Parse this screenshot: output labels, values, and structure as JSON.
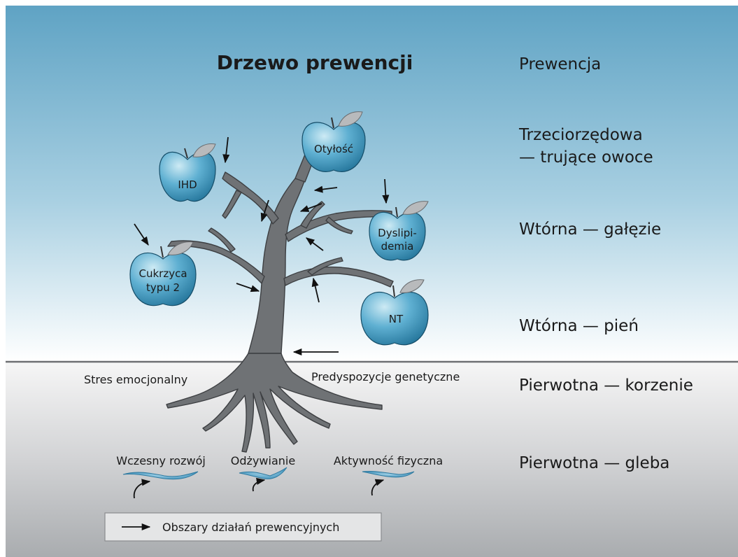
{
  "title": "Drzewo prewencji",
  "column_header": "Prewencja",
  "levels": {
    "tertiary_line1": "Trzeciorzędowa",
    "tertiary_line2": "— trujące owoce",
    "secondary_branches": "Wtórna — gałęzie",
    "secondary_trunk": "Wtórna — pień",
    "primary_roots": "Pierwotna — korzenie",
    "primary_soil": "Pierwotna — gleba"
  },
  "apples": {
    "ihd": "IHD",
    "obesity": "Otyłość",
    "dyslipidemia_line1": "Dyslipi-",
    "dyslipidemia_line2": "demia",
    "diabetes_line1": "Cukrzyca",
    "diabetes_line2": "typu 2",
    "nt": "NT"
  },
  "root_labels": {
    "stress": "Stres emocjonalny",
    "genetic": "Predyspozycje genetyczne"
  },
  "soil_labels": {
    "development": "Wczesny rozwój",
    "nutrition": "Odżywianie",
    "activity": "Aktywność fizyczna"
  },
  "legend": {
    "label": "Obszary działań prewencyjnych"
  },
  "colors": {
    "sky_top": "#5fa3c4",
    "sky_bottom": "#ffffff",
    "ground_top": "#f6f6f6",
    "ground_bottom": "#a9acaf",
    "tree": "#6f7275",
    "apple_light": "#cdeaf4",
    "apple_dark": "#1e6f95",
    "leaf": "#b8babc",
    "worm": "#5fa8cc"
  }
}
